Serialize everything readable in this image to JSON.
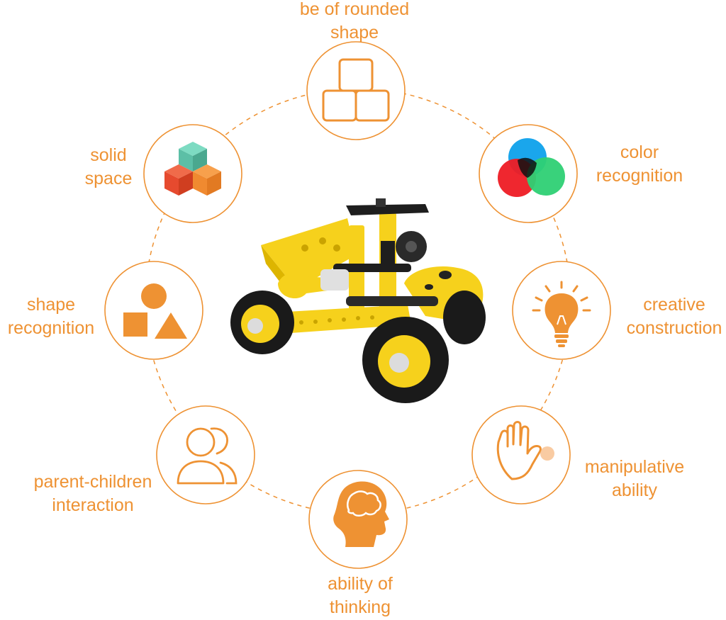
{
  "colors": {
    "accent": "#ee9233",
    "accent_light": "#f5a35a",
    "toy_yellow": "#f6d11c",
    "toy_black": "#1e1e1e"
  },
  "labels": {
    "rounded_shape": [
      "be of rounded",
      "shape"
    ],
    "color_recognition": [
      "color",
      "recognition"
    ],
    "creative_construction": [
      "creative",
      "construction"
    ],
    "manipulative_ability": [
      "manipulative",
      "ability"
    ],
    "ability_of_thinking": [
      "ability of",
      "thinking"
    ],
    "parent_children_interaction": [
      "parent-children",
      "interaction"
    ],
    "shape_recognition": [
      "shape",
      "recognition"
    ],
    "solid_space": [
      "solid",
      "space"
    ]
  },
  "icons": {
    "rounded_shape": "rounded-blocks-icon",
    "color_recognition": "rgb-circles-icon",
    "creative_construction": "lightbulb-icon",
    "manipulative_ability": "hand-icon",
    "ability_of_thinking": "head-brain-icon",
    "parent_children_interaction": "parent-child-icon",
    "shape_recognition": "shapes-icon",
    "solid_space": "cubes-icon"
  }
}
